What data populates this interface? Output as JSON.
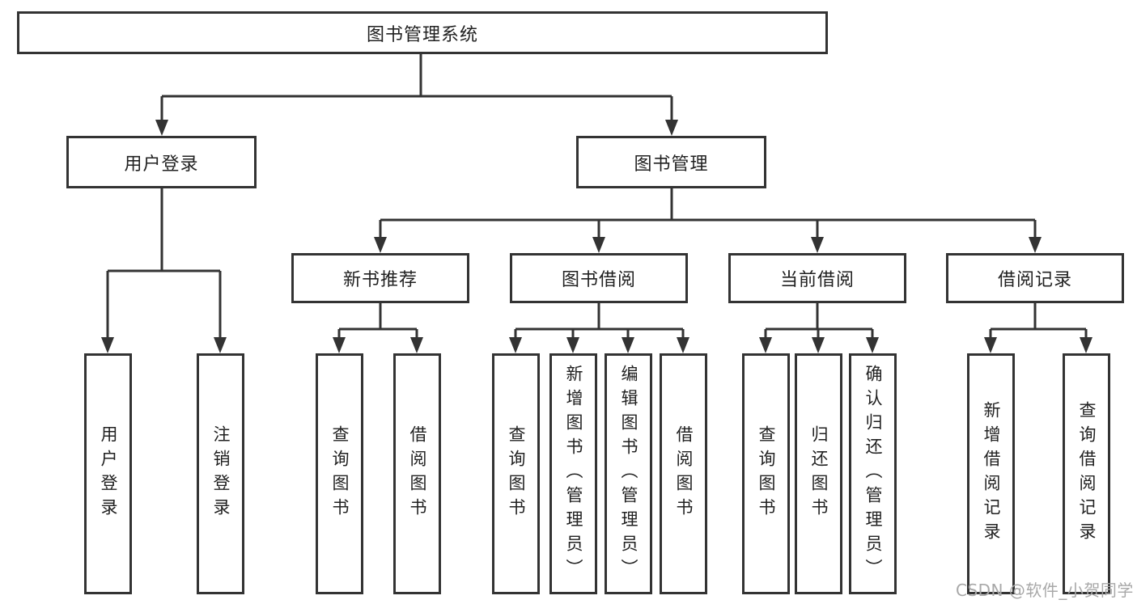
{
  "tree": {
    "label": "图书管理系统",
    "children": [
      {
        "label": "用户登录",
        "children": [
          {
            "label": "用户登录"
          },
          {
            "label": "注销登录"
          }
        ]
      },
      {
        "label": "图书管理",
        "children": [
          {
            "label": "新书推荐",
            "children": [
              {
                "label": "查询图书"
              },
              {
                "label": "借阅图书"
              }
            ]
          },
          {
            "label": "图书借阅",
            "children": [
              {
                "label": "查询图书"
              },
              {
                "label": "新增图书（管理员）"
              },
              {
                "label": "编辑图书（管理员）"
              },
              {
                "label": "借阅图书"
              }
            ]
          },
          {
            "label": "当前借阅",
            "children": [
              {
                "label": "查询图书"
              },
              {
                "label": "归还图书"
              },
              {
                "label": "确认归还（管理员）"
              }
            ]
          },
          {
            "label": "借阅记录",
            "children": [
              {
                "label": "新增借阅记录"
              },
              {
                "label": "查询借阅记录"
              }
            ]
          }
        ]
      }
    ]
  },
  "watermark": {
    "text": "CSDN @软件_小贺同学"
  },
  "colors": {
    "line": "#333333",
    "text": "#212121",
    "watermark": "#a8a8a8",
    "background": "#ffffff"
  }
}
